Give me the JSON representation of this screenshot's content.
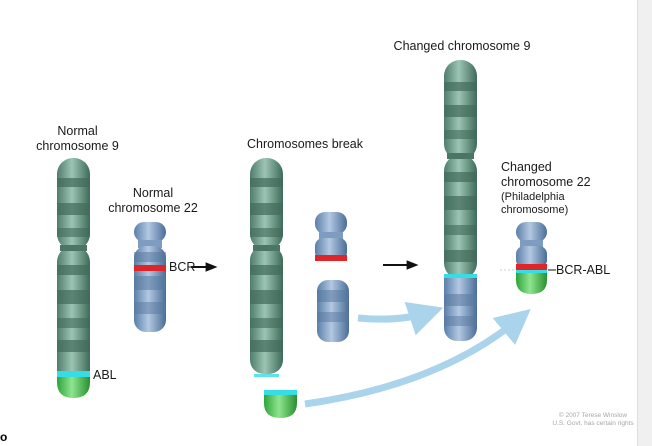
{
  "labels": {
    "normal9": [
      "Normal",
      "chromosome 9"
    ],
    "normal22": [
      "Normal",
      "chromosome 22"
    ],
    "break": "Chromosomes break",
    "changed9": "Changed chromosome 9",
    "changed22": [
      "Changed",
      "chromosome 22"
    ],
    "philadelphia": [
      "(Philadelphia",
      "chromosome)"
    ],
    "abl": "ABL",
    "bcr": "BCR",
    "bcr_abl": "BCR-ABL"
  },
  "credit": [
    "© 2007 Terese Winslow",
    "U.S. Govt. has certain rights"
  ],
  "corner_mark": "o",
  "colors": {
    "chr9": "#6a9a88",
    "chr22": "#7f9fc4",
    "abl_band": "#35dde4",
    "bcr_band": "#e0242a",
    "abl_segment": "#45c24d",
    "arrow_curve": "#a9d4ec",
    "arrow_black": "#111111"
  }
}
